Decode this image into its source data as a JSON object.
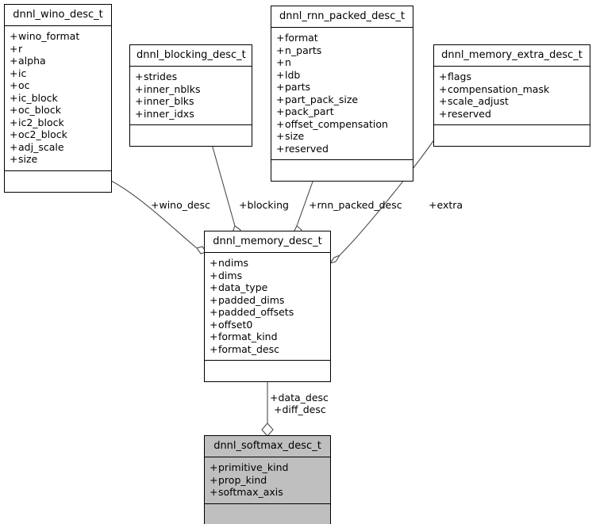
{
  "diagram": {
    "type": "uml-class-diagram",
    "title": "dnnl_softmax_desc_t collaboration diagram",
    "background_color": "#ffffff",
    "line_color": "#4d4d4d",
    "border_color": "#000000",
    "highlight_fill": "#bfbfbf"
  },
  "classes": [
    {
      "id": "wino",
      "name": "dnnl_wino_desc_t",
      "attributes": [
        "wino_format",
        "r",
        "alpha",
        "ic",
        "oc",
        "ic_block",
        "oc_block",
        "ic2_block",
        "oc2_block",
        "adj_scale",
        "size"
      ],
      "operations": [],
      "highlighted": false
    },
    {
      "id": "blocking",
      "name": "dnnl_blocking_desc_t",
      "attributes": [
        "strides",
        "inner_nblks",
        "inner_blks",
        "inner_idxs"
      ],
      "operations": [],
      "highlighted": false
    },
    {
      "id": "rnn_packed",
      "name": "dnnl_rnn_packed_desc_t",
      "attributes": [
        "format",
        "n_parts",
        "n",
        "ldb",
        "parts",
        "part_pack_size",
        "pack_part",
        "offset_compensation",
        "size",
        "reserved"
      ],
      "operations": [],
      "highlighted": false
    },
    {
      "id": "memory_extra",
      "name": "dnnl_memory_extra_desc_t",
      "attributes": [
        "flags",
        "compensation_mask",
        "scale_adjust",
        "reserved"
      ],
      "operations": [],
      "highlighted": false
    },
    {
      "id": "memory_desc",
      "name": "dnnl_memory_desc_t",
      "attributes": [
        "ndims",
        "dims",
        "data_type",
        "padded_dims",
        "padded_offsets",
        "offset0",
        "format_kind",
        "format_desc"
      ],
      "operations": [],
      "highlighted": false
    },
    {
      "id": "softmax",
      "name": "dnnl_softmax_desc_t",
      "attributes": [
        "primitive_kind",
        "prop_kind",
        "softmax_axis"
      ],
      "operations": [],
      "highlighted": true
    }
  ],
  "edges": [
    {
      "id": "wino_desc",
      "from": "wino",
      "to": "memory_desc",
      "label": "+wino_desc",
      "kind": "aggregation"
    },
    {
      "id": "blocking",
      "from": "blocking",
      "to": "memory_desc",
      "label": "+blocking",
      "kind": "aggregation"
    },
    {
      "id": "rnn_packed_desc",
      "from": "rnn_packed",
      "to": "memory_desc",
      "label": "+rnn_packed_desc",
      "kind": "aggregation"
    },
    {
      "id": "extra",
      "from": "memory_extra",
      "to": "memory_desc",
      "label": "+extra",
      "kind": "aggregation"
    },
    {
      "id": "data_diff_desc",
      "from": "memory_desc",
      "to": "softmax",
      "label": "+data_desc",
      "label2": "+diff_desc",
      "kind": "aggregation"
    }
  ]
}
